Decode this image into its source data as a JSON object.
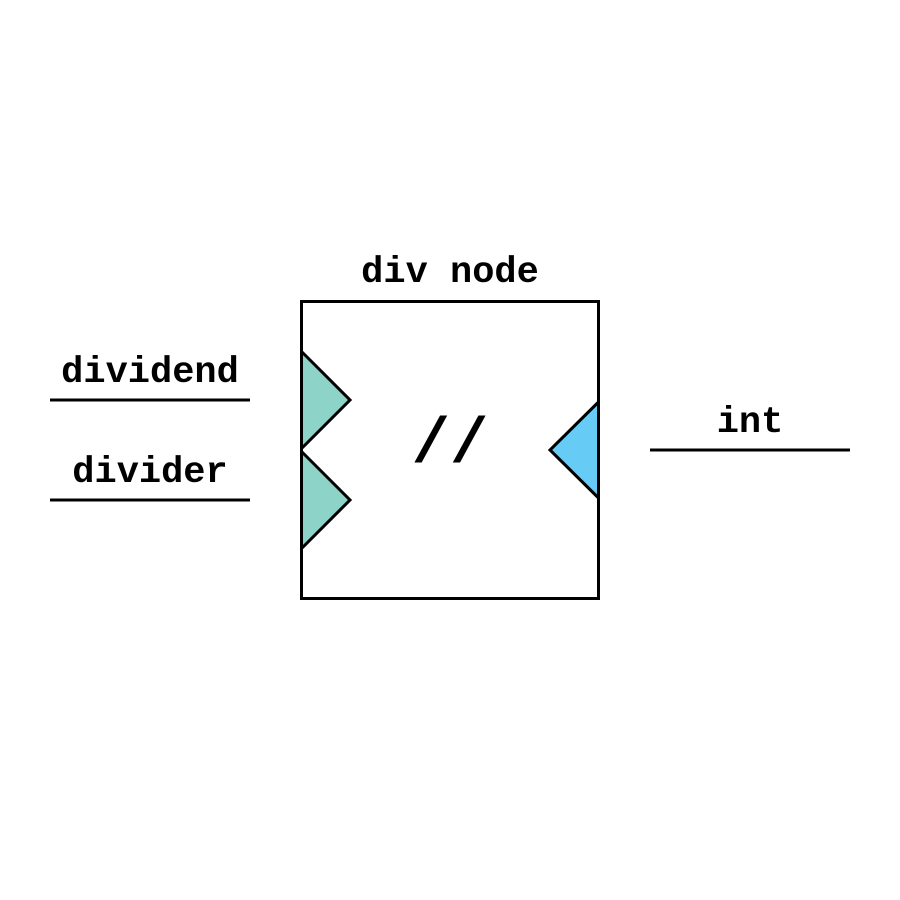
{
  "node": {
    "title": "div node",
    "operator": "//"
  },
  "inputs": [
    {
      "label": "dividend"
    },
    {
      "label": "divider"
    }
  ],
  "outputs": [
    {
      "label": "int"
    }
  ],
  "colors": {
    "input_port": "#8dd3c7",
    "output_port": "#66ccf5",
    "stroke": "#000000",
    "background": "#ffffff"
  }
}
